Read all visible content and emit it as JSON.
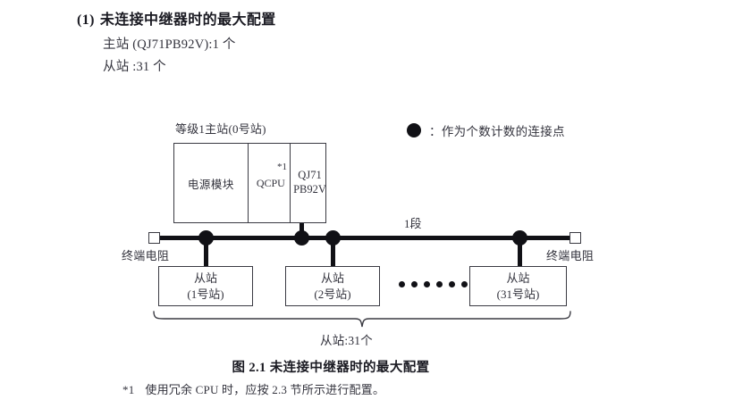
{
  "section": {
    "number": "(1)",
    "title": "未连接中继器时的最大配置",
    "specs": [
      {
        "label": "主站 (QJ71PB92V):1 个"
      },
      {
        "label": "从站 :31 个"
      }
    ]
  },
  "legend": {
    "marker": "filled-circle",
    "separator": "：",
    "text": "作为个数计数的连接点"
  },
  "diagram": {
    "master": {
      "caption": "等级1主站(0号站)",
      "modules": [
        {
          "name": "power-module",
          "label": "电源模块"
        },
        {
          "name": "qcpu-module",
          "label": "QCPU",
          "footnote_ref": "*1"
        },
        {
          "name": "qj71-module",
          "line1": "QJ71",
          "line2": "PB92V"
        }
      ]
    },
    "bus": {
      "segment_label": "1段",
      "terminator_left": "终端电阻",
      "terminator_right": "终端电阻",
      "node_count": 4
    },
    "slaves": [
      {
        "line1": "从站",
        "line2": "(1号站)"
      },
      {
        "line1": "从站",
        "line2": "(2号站)"
      },
      {
        "line1": "从站",
        "line2": "(31号站)"
      }
    ],
    "ellipsis_dots": 6,
    "brace_label": "从站:31个"
  },
  "figure": {
    "caption": "图 2.1  未连接中继器时的最大配置"
  },
  "footnote": {
    "mark": "*1",
    "text": "使用冗余 CPU 时，应按 2.3 节所示进行配置。"
  },
  "colors": {
    "ink": "#33333d",
    "heading": "#1a1a22",
    "marker": "#111116",
    "rule": "#3a3a42",
    "page": "#ffffff"
  }
}
